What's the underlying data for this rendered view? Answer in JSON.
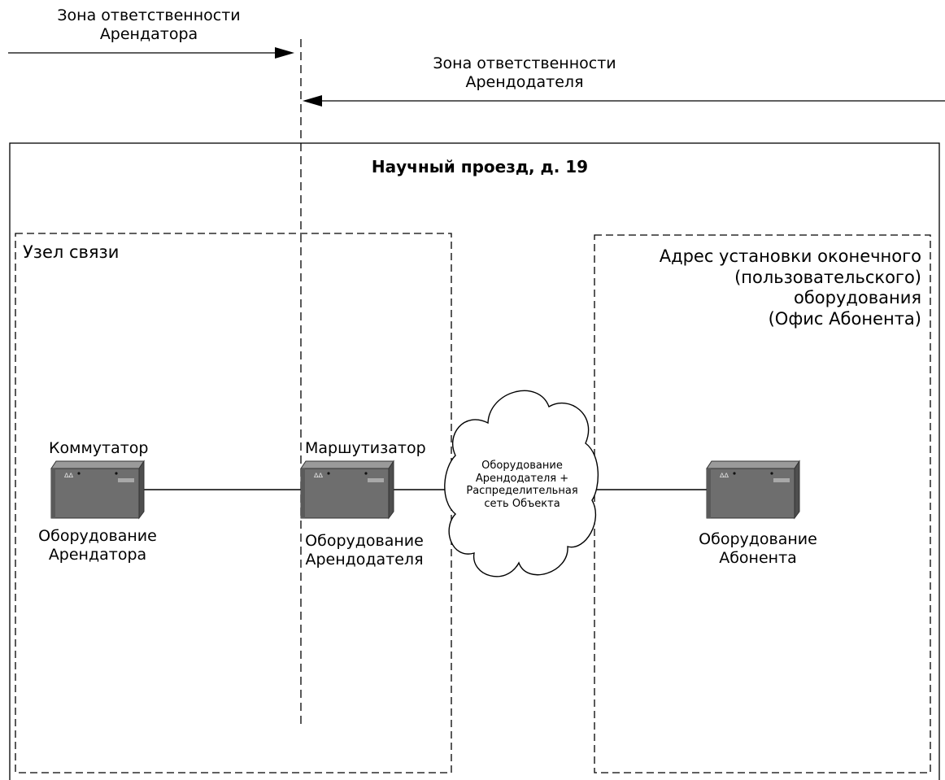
{
  "zones": {
    "tenant": {
      "line1": "Зона ответственности",
      "line2": "Арендатора"
    },
    "landlord": {
      "line1": "Зона ответственности",
      "line2": "Арендодателя"
    }
  },
  "building": {
    "title": "Научный проезд, д. 19"
  },
  "node": {
    "title": "Узел связи"
  },
  "subscriber_site": {
    "line1": "Адрес установки оконечного",
    "line2": "(пользовательского)",
    "line3": "оборудования",
    "line4": "(Офис Абонента)"
  },
  "devices": {
    "switch": {
      "top": "Коммутатор",
      "line1": "Оборудование",
      "line2": "Арендатора"
    },
    "router": {
      "top": "Маршутизатор",
      "line1": "Оборудование",
      "line2": "Арендодателя"
    },
    "subscriber": {
      "line1": "Оборудование",
      "line2": "Абонента"
    }
  },
  "cloud": {
    "line1": "Оборудование",
    "line2": "Арендодателя +",
    "line3": "Распределительная",
    "line4": "сеть Объекта"
  },
  "colors": {
    "device_front": "#6e6e6e",
    "device_top": "#9a9a9a",
    "device_side": "#4e4e4e",
    "line": "#000000"
  }
}
